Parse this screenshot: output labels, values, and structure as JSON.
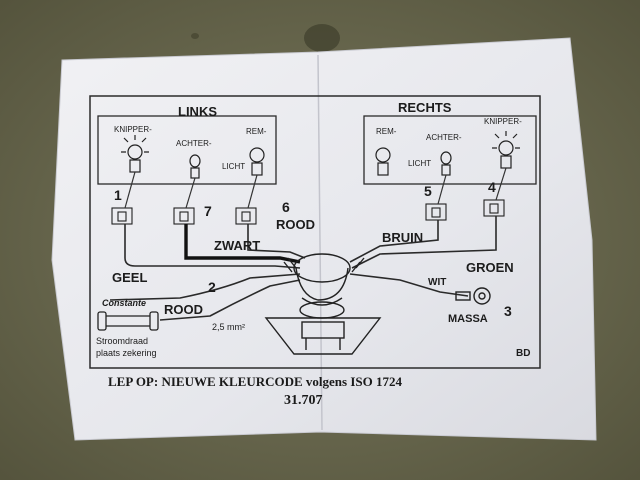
{
  "sheet": {
    "sides": {
      "left": "LINKS",
      "right": "RECHTS"
    },
    "left_lamps": {
      "indicator": "KNIPPER-",
      "rear": "ACHTER-",
      "brake": "REM-",
      "light": "LICHT"
    },
    "right_lamps": {
      "brake": "REM-",
      "rear": "ACHTER-",
      "light": "LICHT",
      "indicator": "KNIPPER-"
    },
    "wires": {
      "n1": "1",
      "n7": "7",
      "n6": "6",
      "n5": "5",
      "n4": "4",
      "n2": "2",
      "n3": "3",
      "rood_top": "ROOD",
      "zwart": "ZWART",
      "bruin": "BRUIN",
      "geel": "GEEL",
      "groen": "GROEN",
      "wit": "WIT",
      "rood_bottom": "ROOD",
      "massa": "MASSA"
    },
    "constante": "Constante",
    "stroomdraad": "Stroomdraad",
    "zekering": "plaats zekering",
    "gauge": "2,5 mm²",
    "initials": "BD",
    "warning": "LEP OP:  NIEUWE KLEURCODE volgens ISO 1724",
    "part_number": "31.707"
  }
}
